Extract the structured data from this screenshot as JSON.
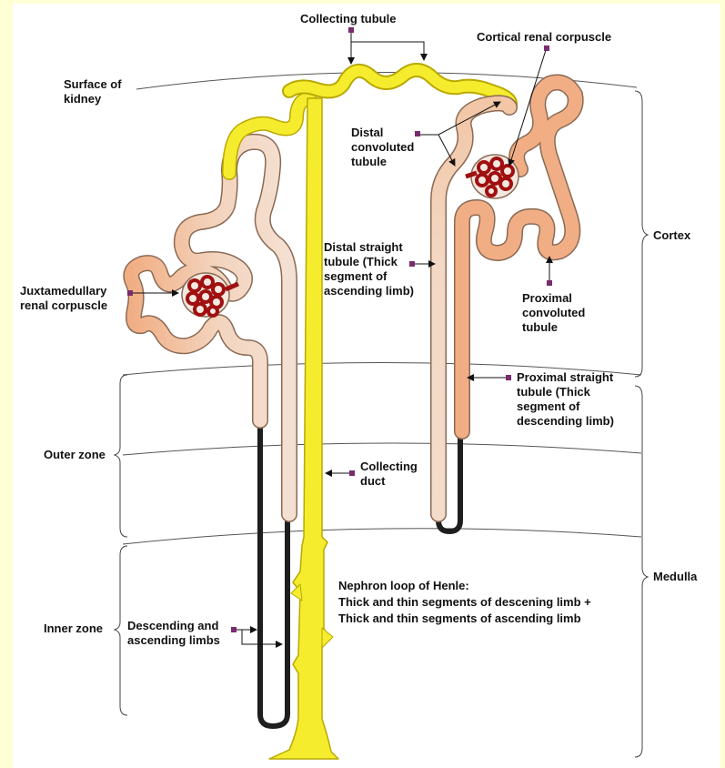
{
  "colors": {
    "page_bg": "#ffffd6",
    "panel_bg": "#ffffff",
    "collecting_duct": "#f5ec2e",
    "duct_outline": "#b9a800",
    "tubule_pale": "#f3d9c5",
    "tubule_peach": "#f1ae84",
    "tubule_outline": "#8a6a55",
    "thin_limb": "#1e1e1e",
    "glomerulus": "#a01010",
    "marker": "#7a2b6e"
  },
  "labels": {
    "collecting_tubule": "Collecting tubule",
    "cortical_renal_corpuscle": "Cortical renal corpuscle",
    "surface_of_kidney": [
      "Surface of",
      "kidney"
    ],
    "distal_convoluted_tubule": [
      "Distal",
      "convoluted",
      "tubule"
    ],
    "cortex": "Cortex",
    "distal_straight_tubule": [
      "Distal straight",
      "tubule (Thick",
      "segment of",
      "ascending limb)"
    ],
    "juxtamedullary_renal_corpuscle": [
      "Juxtamedullary",
      "renal corpuscle"
    ],
    "proximal_convoluted_tubule": [
      "Proximal",
      "convoluted",
      "tubule"
    ],
    "proximal_straight_tubule": [
      "Proximal straight",
      "tubule (Thick",
      "segment of",
      "descending limb)"
    ],
    "outer_zone": "Outer zone",
    "collecting_duct": [
      "Collecting",
      "duct"
    ],
    "medulla": "Medulla",
    "nephron_loop": [
      "Nephron loop of Henle:",
      "Thick and thin segments of descening limb +",
      "Thick and thin segments of ascending limb"
    ],
    "inner_zone": "Inner zone",
    "descending_ascending_limbs": [
      "Descending and",
      "ascending limbs"
    ]
  }
}
